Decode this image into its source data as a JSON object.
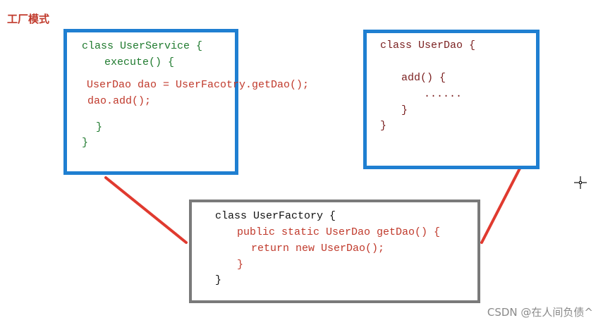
{
  "title": "工厂模式",
  "user_service": {
    "line1": "class UserService {",
    "line2": "execute() {",
    "line3": "UserDao dao = UserFacotry.getDao();",
    "line4": "dao.add();",
    "line5": "}",
    "line6": "}"
  },
  "user_dao": {
    "line1": "class UserDao {",
    "line2": "add() {",
    "line3": "......",
    "line4": "}",
    "line5": "}"
  },
  "user_factory": {
    "line1": "class UserFactory {",
    "line2": "public static UserDao getDao() {",
    "line3": "return new UserDao();",
    "line4": "}",
    "line5": "}"
  },
  "colors": {
    "blue_border": "#1f7fd1",
    "gray_border": "#7a7a7a",
    "connector": "#e03a2f",
    "title": "#c0392b"
  },
  "watermark": "CSDN @在人间负债^"
}
